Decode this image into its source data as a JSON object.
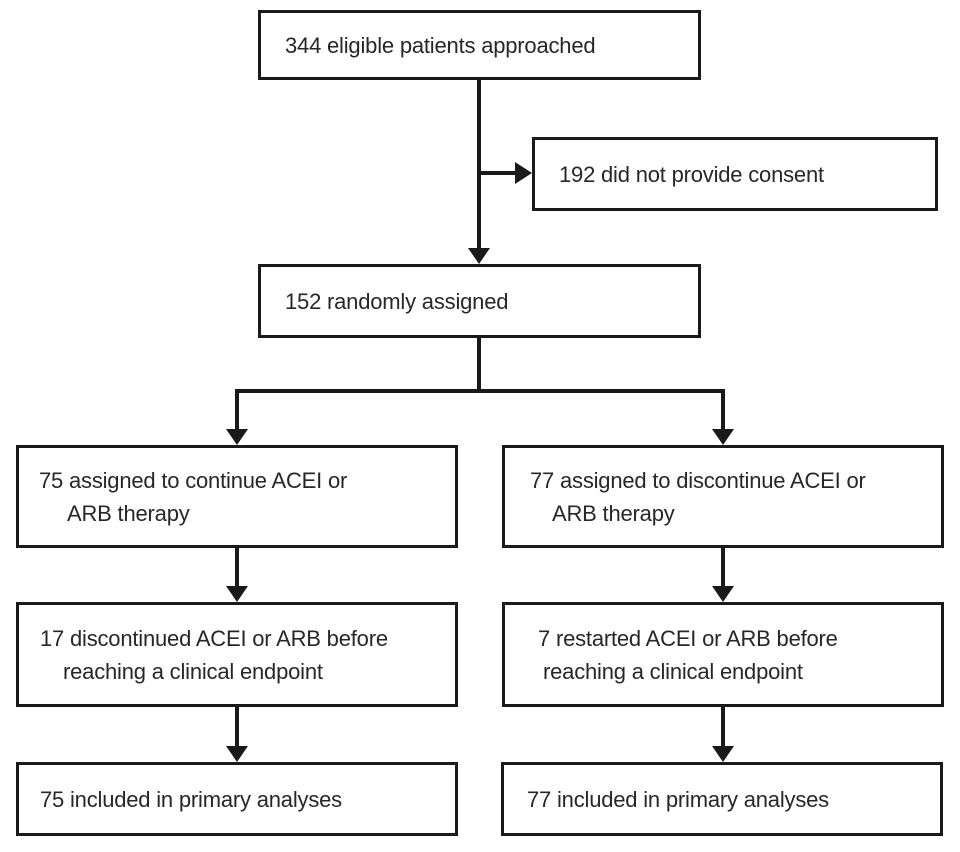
{
  "figure": {
    "type": "trial-flow-diagram",
    "background_color": "#ffffff",
    "stroke_color": "#1a1a1a",
    "text_color": "#27262f"
  },
  "boxes": {
    "approached": {
      "text": "344 eligible patients approached"
    },
    "no_consent": {
      "text": "192 did not provide consent"
    },
    "randomized": {
      "text": "152 randomly assigned"
    },
    "continue_assigned": {
      "line1": "75 assigned to continue ACEI or",
      "line2": "ARB therapy"
    },
    "discontinue_assigned": {
      "line1": "77 assigned to discontinue ACEI or",
      "line2": "ARB therapy"
    },
    "continue_deviation": {
      "line1": "17 discontinued ACEI or ARB before",
      "line2": "reaching a clinical endpoint"
    },
    "discontinue_deviation": {
      "line1": "7 restarted ACEI or ARB before",
      "line2": "reaching a clinical endpoint"
    },
    "continue_analysed": {
      "text": "75 included in primary analyses"
    },
    "discontinue_analysed": {
      "text": "77 included in primary analyses"
    }
  }
}
